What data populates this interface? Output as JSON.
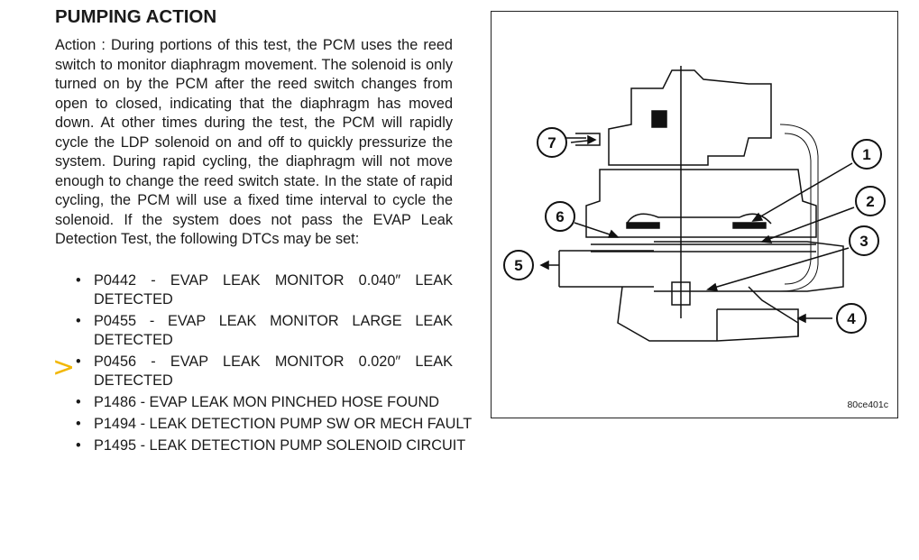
{
  "title": "PUMPING ACTION",
  "paragraph": "Action : During portions of this test, the PCM uses the reed switch to monitor diaphragm movement. The solenoid is only turned on by the PCM after the reed switch changes from open to closed, indicating that the diaphragm has moved down. At other times during the test, the PCM will rapidly cycle the LDP solenoid on and off to quickly pressurize the system. During rapid cycling, the diaphragm will not move enough to change the reed switch state. In the state of rapid cycling, the PCM will use a fixed time interval to cycle the solenoid. If the system does not pass the EVAP Leak Detection Test, the following DTCs may be set:",
  "dtcs": [
    "P0442 - EVAP LEAK MONITOR 0.040″ LEAK DETECTED",
    "P0455 - EVAP LEAK MONITOR LARGE LEAK DETECTED",
    "P0456 - EVAP LEAK MONITOR 0.020″ LEAK DETECTED",
    "P1486 - EVAP LEAK MON PINCHED HOSE FOUND",
    "P1494 - LEAK DETECTION PUMP SW OR MECH FAULT",
    "P1495 - LEAK DETECTION PUMP SOLENOID CIRCUIT"
  ],
  "marker": ">",
  "marker_color": "#f2b705",
  "figure": {
    "id": "80ce401c",
    "callouts": [
      "1",
      "2",
      "3",
      "4",
      "5",
      "6",
      "7"
    ]
  }
}
